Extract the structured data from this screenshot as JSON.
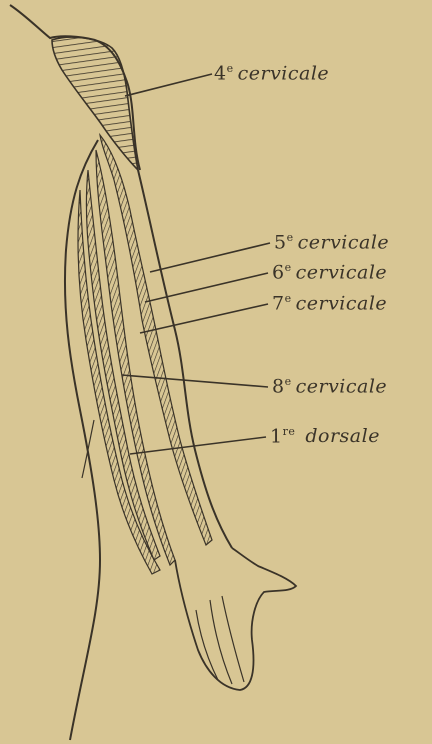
{
  "colors": {
    "background": "#d8c694",
    "ink": "#3a3328"
  },
  "labels": [
    {
      "num": "4",
      "sup": "e",
      "name": "cervicale"
    },
    {
      "num": "5",
      "sup": "e",
      "name": "cervicale"
    },
    {
      "num": "6",
      "sup": "e",
      "name": "cervicale"
    },
    {
      "num": "7",
      "sup": "e",
      "name": "cervicale"
    },
    {
      "num": "8",
      "sup": "e",
      "name": "cervicale"
    },
    {
      "num": "1",
      "sup": "re",
      "name": "dorsale"
    }
  ]
}
